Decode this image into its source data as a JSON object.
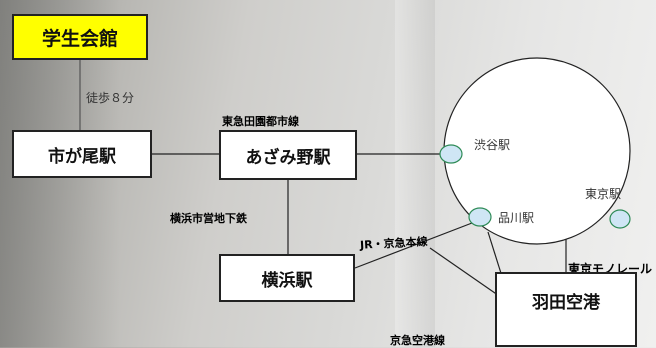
{
  "stations": {
    "hall": "学生会館",
    "ichigao": "市が尾駅",
    "azamino": "あざみ野駅",
    "yokohama": "横浜駅",
    "haneda": "羽田空港",
    "shibuya": "渋谷駅",
    "shinagawa": "品川駅",
    "tokyo": "東京駅"
  },
  "lines": {
    "walk": "徒歩８分",
    "denentoshi": "東急田園都市線",
    "subway": "横浜市営地下鉄",
    "jr_keikyu": "JR・京急本線",
    "monorail": "東京モノレール",
    "keikyu_airport": "京急空港線"
  },
  "colors": {
    "hall_fill": "#ffff00",
    "node_fill": "#cfe6f5",
    "node_stroke": "#2e8b57"
  }
}
